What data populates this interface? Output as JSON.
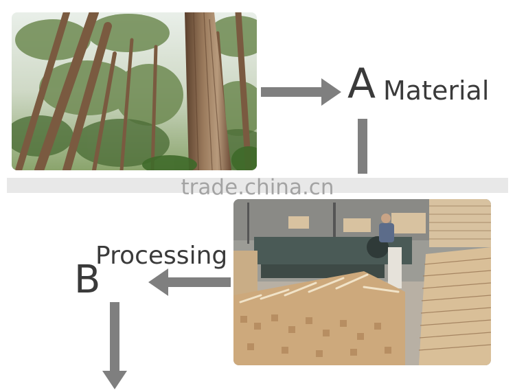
{
  "step_a": {
    "letter": "A",
    "label": "Material"
  },
  "step_b": {
    "letter": "B",
    "label": "Processing"
  },
  "watermark": "trade.china.cn",
  "colors": {
    "arrow": "#7f7f7f",
    "text": "#3a3a3a",
    "watermark": "#a0a0a0"
  },
  "images": {
    "top": "forest-photo",
    "bottom": "sawmill-photo"
  }
}
